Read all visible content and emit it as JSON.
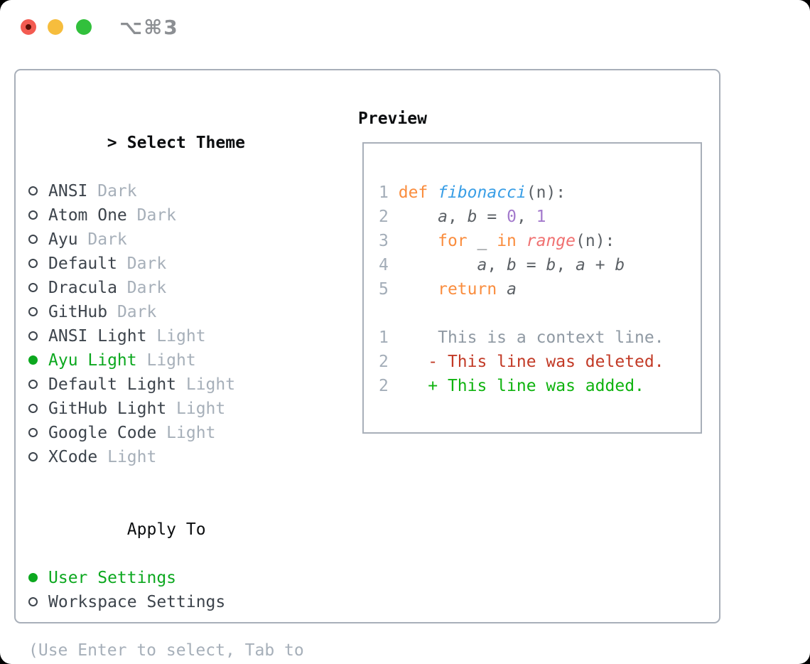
{
  "titlebar": {
    "shortcut": "⌥⌘3",
    "traffic_lights": [
      "close",
      "minimize",
      "zoom"
    ]
  },
  "theme_panel": {
    "prompt": ">",
    "title": "Select Theme",
    "items": [
      {
        "name": "ANSI",
        "variant": "Dark",
        "selected": false
      },
      {
        "name": "Atom One",
        "variant": "Dark",
        "selected": false
      },
      {
        "name": "Ayu",
        "variant": "Dark",
        "selected": false
      },
      {
        "name": "Default",
        "variant": "Dark",
        "selected": false
      },
      {
        "name": "Dracula",
        "variant": "Dark",
        "selected": false
      },
      {
        "name": "GitHub",
        "variant": "Dark",
        "selected": false
      },
      {
        "name": "ANSI Light",
        "variant": "Light",
        "selected": false
      },
      {
        "name": "Ayu Light",
        "variant": "Light",
        "selected": true
      },
      {
        "name": "Default Light",
        "variant": "Light",
        "selected": false
      },
      {
        "name": "GitHub Light",
        "variant": "Light",
        "selected": false
      },
      {
        "name": "Google Code",
        "variant": "Light",
        "selected": false
      },
      {
        "name": "XCode",
        "variant": "Light",
        "selected": false
      }
    ]
  },
  "apply_panel": {
    "title": "Apply To",
    "options": [
      {
        "label": "User Settings",
        "selected": true
      },
      {
        "label": "Workspace Settings",
        "selected": false
      }
    ]
  },
  "footer": {
    "hint": "(Use Enter to select, Tab to change focus)"
  },
  "preview": {
    "title": "Preview",
    "code_lines": [
      {
        "num": "1",
        "tokens": [
          {
            "t": " "
          },
          {
            "t": "def",
            "c": "kw"
          },
          {
            "t": " "
          },
          {
            "t": "fibonacci",
            "c": "fn"
          },
          {
            "t": "(n):"
          }
        ]
      },
      {
        "num": "2",
        "tokens": [
          {
            "t": "     "
          },
          {
            "t": "a",
            "c": "var"
          },
          {
            "t": ", "
          },
          {
            "t": "b",
            "c": "var"
          },
          {
            "t": " = "
          },
          {
            "t": "0",
            "c": "num"
          },
          {
            "t": ", "
          },
          {
            "t": "1",
            "c": "num"
          }
        ]
      },
      {
        "num": "3",
        "tokens": [
          {
            "t": "     "
          },
          {
            "t": "for",
            "c": "kw"
          },
          {
            "t": " _ "
          },
          {
            "t": "in",
            "c": "kw"
          },
          {
            "t": " "
          },
          {
            "t": "range",
            "c": "call"
          },
          {
            "t": "(n):"
          }
        ]
      },
      {
        "num": "4",
        "tokens": [
          {
            "t": "         "
          },
          {
            "t": "a",
            "c": "var"
          },
          {
            "t": ", "
          },
          {
            "t": "b",
            "c": "var"
          },
          {
            "t": " = "
          },
          {
            "t": "b",
            "c": "var"
          },
          {
            "t": ", "
          },
          {
            "t": "a",
            "c": "var"
          },
          {
            "t": " + "
          },
          {
            "t": "b",
            "c": "var"
          }
        ]
      },
      {
        "num": "5",
        "tokens": [
          {
            "t": "     "
          },
          {
            "t": "return",
            "c": "kw"
          },
          {
            "t": " "
          },
          {
            "t": "a",
            "c": "var"
          }
        ]
      }
    ],
    "diff_lines": [
      {
        "num": "1",
        "type": "context",
        "text": "     This is a context line."
      },
      {
        "num": "2",
        "type": "deleted",
        "text": "    - This line was deleted."
      },
      {
        "num": "2",
        "type": "added",
        "text": "    + This line was added."
      }
    ]
  },
  "colors": {
    "selection_green": "#0ca81f",
    "muted_gray": "#a6afb9",
    "text_dark": "#3d444c",
    "border_gray": "#a8afb9",
    "code_keyword": "#fa8d3e",
    "code_function": "#399ee6",
    "code_number": "#a37acc",
    "code_call": "#f07171",
    "code_fg": "#5c6166",
    "diff_deleted": "#c23a26",
    "diff_added": "#0fb30f"
  }
}
